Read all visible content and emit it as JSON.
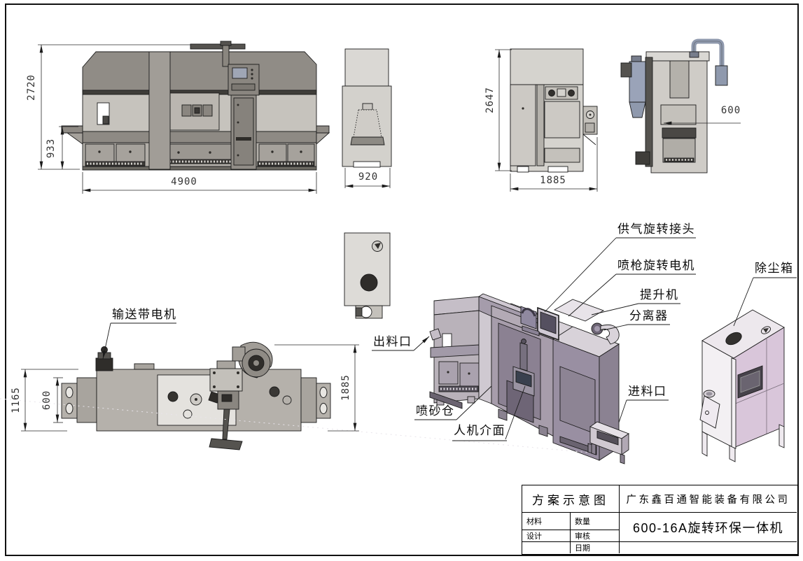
{
  "title_block": {
    "drawing_type": "方案示意图",
    "company": "广东鑫百通智能装备有限公司",
    "product_model": "600-16A旋转环保一体机",
    "material_label": "材料",
    "quantity_label": "数量",
    "design_label": "设计",
    "audit_label": "审核",
    "date_label": "日期"
  },
  "dimensions": {
    "front_height": "2720",
    "front_table_height": "933",
    "front_width": "4900",
    "side_depth": "920",
    "rear_height": "2647",
    "rear_width": "1885",
    "right_opening": "600",
    "plan_overall_depth": "1165",
    "plan_belt_width": "600",
    "plan_depth": "1885"
  },
  "callouts": {
    "conveyor_motor": "输送带电机",
    "air_rotary_joint": "供气旋转接头",
    "gun_rotary_motor": "喷枪旋转电机",
    "elevator": "提升机",
    "separator": "分离器",
    "discharge_outlet": "出料口",
    "blast_chamber": "喷砂仓",
    "hmi": "人机介面",
    "feed_inlet": "进料口",
    "dust_collector": "除尘箱"
  },
  "colors": {
    "line": "#1b1b1b",
    "machine_gray": "#a8a49e",
    "machine_gray_dark": "#908c86",
    "machine_gray_light": "#c6c3bd",
    "iso_purple": "#a79dab",
    "iso_purple_dark": "#8d8295",
    "dust_box_pink": "#d9c6da",
    "duct_blue": "#8f99ad"
  }
}
